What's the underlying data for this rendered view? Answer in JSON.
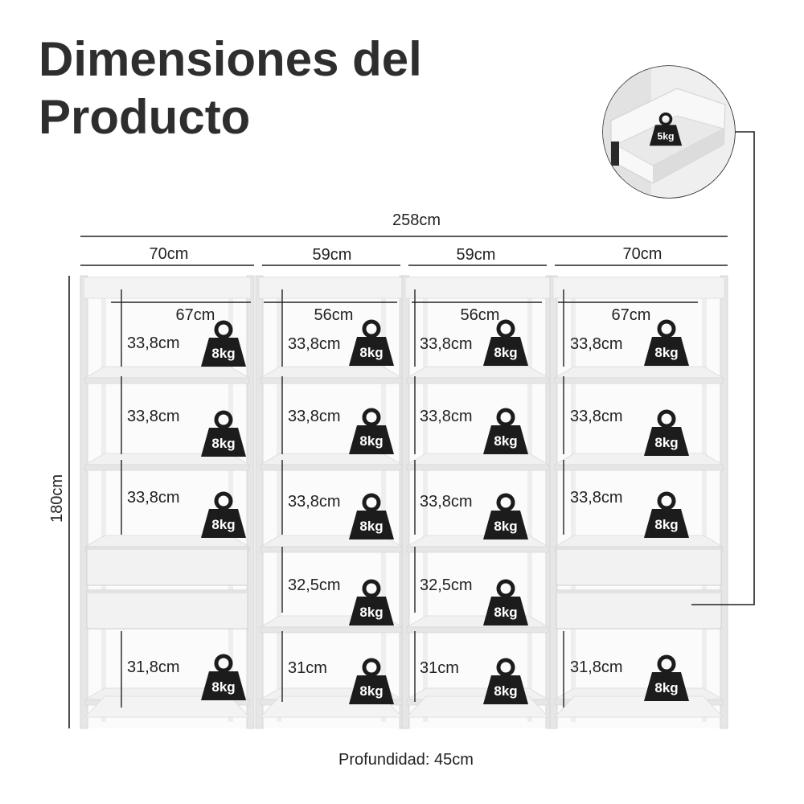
{
  "title": {
    "line1": "Dimensiones del",
    "line2": "Producto"
  },
  "overall": {
    "width": "258cm",
    "height": "180cm",
    "depth": "Profundidad: 45cm"
  },
  "modules": [
    {
      "outer": "70cm",
      "inner": "67cm"
    },
    {
      "outer": "59cm",
      "inner": "56cm"
    },
    {
      "outer": "59cm",
      "inner": "56cm"
    },
    {
      "outer": "70cm",
      "inner": "67cm"
    }
  ],
  "compartments": [
    {
      "labels": [
        "33,8cm",
        "33,8cm",
        "33,8cm",
        "31,8cm"
      ],
      "weights": [
        "8kg",
        "8kg",
        "8kg",
        "8kg"
      ]
    },
    {
      "labels": [
        "33,8cm",
        "33,8cm",
        "33,8cm",
        "32,5cm",
        "31cm"
      ],
      "weights": [
        "8kg",
        "8kg",
        "8kg",
        "8kg",
        "8kg"
      ]
    },
    {
      "labels": [
        "33,8cm",
        "33,8cm",
        "33,8cm",
        "32,5cm",
        "31cm"
      ],
      "weights": [
        "8kg",
        "8kg",
        "8kg",
        "8kg",
        "8kg"
      ]
    },
    {
      "labels": [
        "33,8cm",
        "33,8cm",
        "33,8cm",
        "31,8cm"
      ],
      "weights": [
        "8kg",
        "8kg",
        "8kg",
        "8kg"
      ]
    }
  ],
  "drawer": {
    "weight": "5kg"
  },
  "colors": {
    "frame": "#e6e6e6",
    "panel": "#f3f3f3",
    "badge": "#1c1c1c",
    "text": "#222222"
  },
  "icons": {
    "weight": "weight-icon",
    "drawer": "drawer-icon"
  }
}
